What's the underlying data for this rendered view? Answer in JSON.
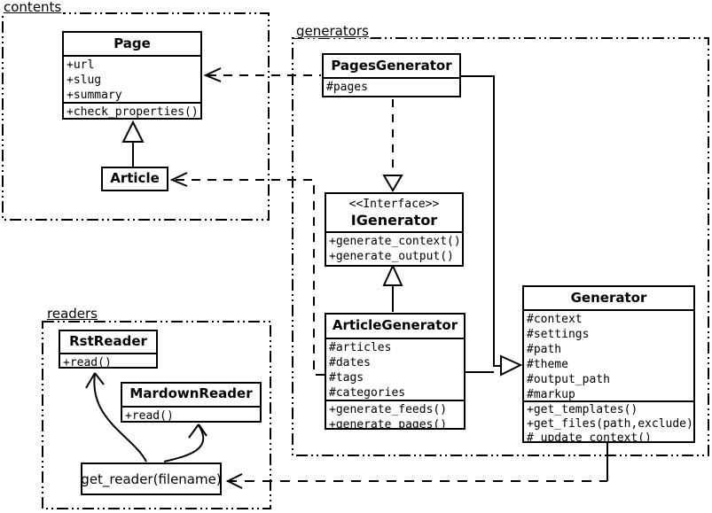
{
  "packages": {
    "contents": {
      "label": "contents"
    },
    "generators": {
      "label": "generators"
    },
    "readers": {
      "label": "readers"
    }
  },
  "classes": {
    "page": {
      "name": "Page",
      "attributes": [
        "+url",
        "+slug",
        "+summary"
      ],
      "methods": [
        "+check_properties()"
      ]
    },
    "article": {
      "name": "Article"
    },
    "pages_generator": {
      "name": "PagesGenerator",
      "attributes": [
        "#pages"
      ]
    },
    "igenerator": {
      "stereotype": "<<Interface>>",
      "name": "IGenerator",
      "methods": [
        "+generate_context()",
        "+generate_output()"
      ]
    },
    "article_generator": {
      "name": "ArticleGenerator",
      "attributes": [
        "#articles",
        "#dates",
        "#tags",
        "#categories"
      ],
      "methods": [
        "+generate_feeds()",
        "+generate_pages()"
      ]
    },
    "generator": {
      "name": "Generator",
      "attributes": [
        "#context",
        "#settings",
        "#path",
        "#theme",
        "#output_path",
        "#markup"
      ],
      "methods": [
        "+get_templates()",
        "+get_files(path,exclude)",
        "#_update_context()"
      ]
    },
    "rst_reader": {
      "name": "RstReader",
      "methods": [
        "+read()"
      ]
    },
    "mardown_reader": {
      "name": "MardownReader",
      "methods": [
        "+read()"
      ]
    },
    "get_reader": {
      "label": "get_reader(filename)"
    }
  },
  "relationships": [
    {
      "type": "inheritance",
      "from": "Article",
      "to": "Page"
    },
    {
      "type": "dependency",
      "from": "PagesGenerator",
      "to": "Page"
    },
    {
      "type": "dependency",
      "from": "ArticleGenerator",
      "to": "Article"
    },
    {
      "type": "realization",
      "from": "PagesGenerator",
      "to": "IGenerator"
    },
    {
      "type": "realization",
      "from": "ArticleGenerator",
      "to": "IGenerator"
    },
    {
      "type": "inheritance",
      "from": "PagesGenerator",
      "to": "Generator"
    },
    {
      "type": "inheritance",
      "from": "ArticleGenerator",
      "to": "Generator"
    },
    {
      "type": "dependency",
      "from": "Generator",
      "to": "get_reader(filename)"
    },
    {
      "type": "association",
      "from": "get_reader(filename)",
      "to": "RstReader"
    },
    {
      "type": "association",
      "from": "get_reader(filename)",
      "to": "MardownReader"
    }
  ],
  "colors": {
    "line": "#000000",
    "background": "#ffffff",
    "box_fill": "#ffffff"
  }
}
